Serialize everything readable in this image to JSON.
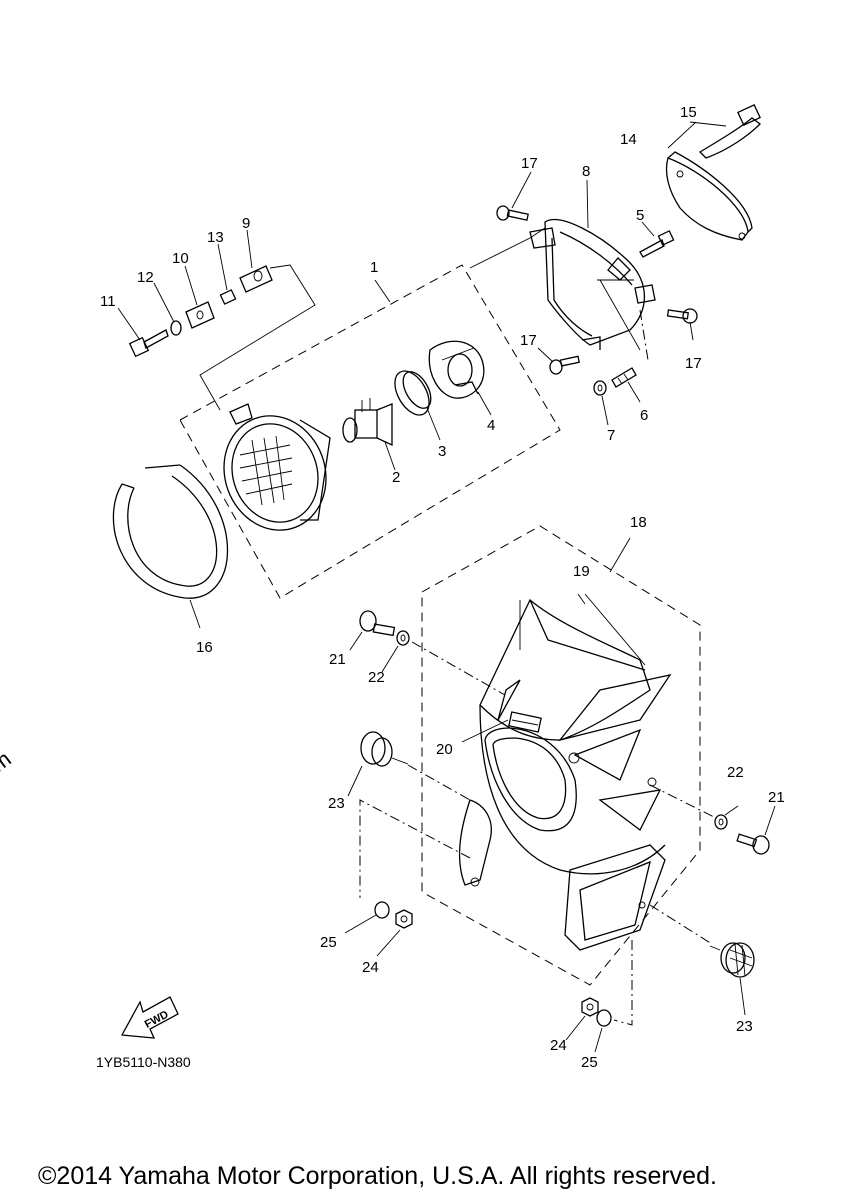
{
  "diagram": {
    "callouts": {
      "c1": "1",
      "c2": "2",
      "c3": "3",
      "c4": "4",
      "c5": "5",
      "c6": "6",
      "c7": "7",
      "c8": "8",
      "c9": "9",
      "c10": "10",
      "c11": "11",
      "c12": "12",
      "c13": "13",
      "c14": "14",
      "c15": "15",
      "c16": "16",
      "c17a": "17",
      "c17b": "17",
      "c17c": "17",
      "c18": "18",
      "c19": "19",
      "c20": "20",
      "c21a": "21",
      "c21b": "21",
      "c22a": "22",
      "c22b": "22",
      "c23a": "23",
      "c23b": "23",
      "c24a": "24",
      "c24b": "24",
      "c25a": "25",
      "c25b": "25"
    },
    "fwd_label": "FWD",
    "drawing_code": "1YB5110-N380",
    "watermark": "© Partzilla.com",
    "copyright": "©2014 Yamaha Motor Corporation, U.S.A. All rights reserved."
  }
}
